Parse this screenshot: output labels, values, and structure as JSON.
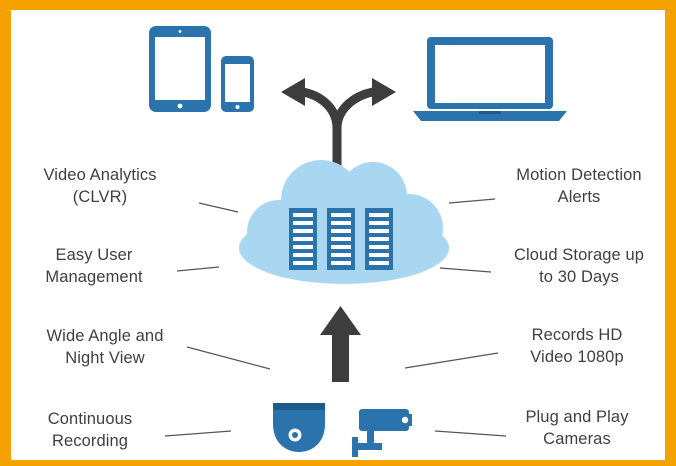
{
  "colors": {
    "frame": "#f5a100",
    "device_blue": "#2a73ad",
    "cloud": "#a9d7f1",
    "arrow": "#3d3d3d",
    "text": "#3f3f3f",
    "line": "#555555"
  },
  "icons": {
    "tablet": "tablet-icon",
    "phone": "smartphone-icon",
    "laptop": "laptop-icon",
    "cloud": "cloud-server-icon",
    "dome_camera": "dome-camera-icon",
    "bullet_camera": "bullet-camera-icon"
  },
  "features": {
    "left": [
      {
        "id": "video-analytics",
        "text": "Video Analytics\n(CLVR)"
      },
      {
        "id": "user-management",
        "text": "Easy User\nManagement"
      },
      {
        "id": "wide-angle",
        "text": "Wide Angle and\nNight View"
      },
      {
        "id": "continuous-recording",
        "text": "Continuous\nRecording"
      }
    ],
    "right": [
      {
        "id": "motion-detection",
        "text": "Motion Detection\nAlerts"
      },
      {
        "id": "cloud-storage",
        "text": "Cloud Storage up\nto 30 Days"
      },
      {
        "id": "records-hd",
        "text": "Records HD\nVideo 1080p"
      },
      {
        "id": "plug-and-play",
        "text": "Plug and Play\nCameras"
      }
    ]
  }
}
